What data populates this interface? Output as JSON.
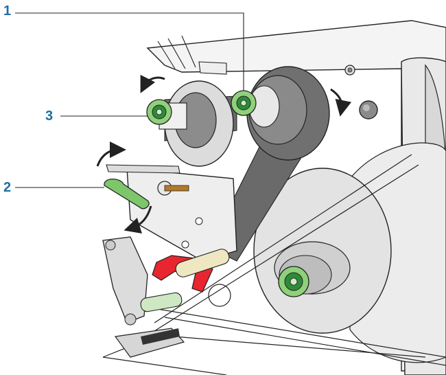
{
  "callouts": [
    {
      "id": "1",
      "label": "1"
    },
    {
      "id": "2",
      "label": "2"
    },
    {
      "id": "3",
      "label": "3"
    }
  ],
  "colors": {
    "callout_text": "#1f6ea3",
    "hub_green": "#8fd17a",
    "hub_green_dark": "#2f8a3a",
    "lever_red": "#e8262f",
    "lever_green": "#7dc66a",
    "ribbon": "#666666",
    "outline": "#222222",
    "housing": "#f4f4f4"
  },
  "icons": [
    "rotation-arrow-icon"
  ]
}
